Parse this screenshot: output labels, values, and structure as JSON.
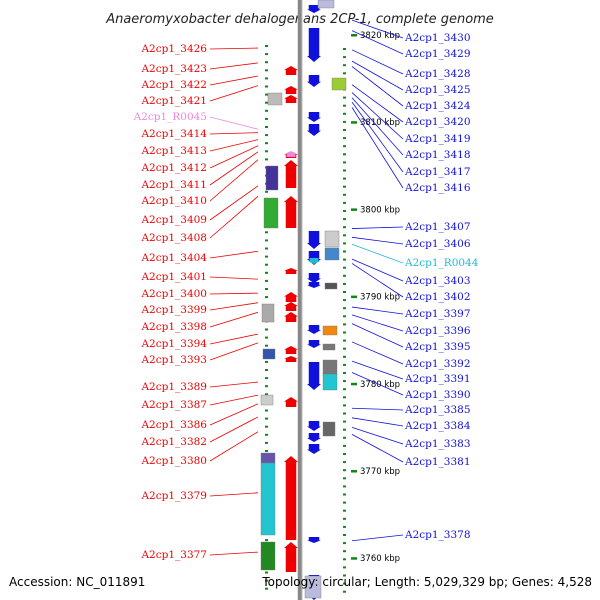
{
  "title": "Anaeromyxobacter dehalogenans 2CP-1, complete genome",
  "accession": "Accession: NC_011891",
  "topology": "Topology: circular; Length: 5,029,329 bp; Genes: 4,528",
  "colors": {
    "left_strand": "#ee0000",
    "right_strand": "#1010dd",
    "rna_left": "#ee88dd",
    "rna_right": "#22bbcc",
    "backbone": "#888888",
    "tick": "#118811"
  },
  "scale": [
    {
      "kbp": 3820,
      "label": "3820 kbp"
    },
    {
      "kbp": 3810,
      "label": "3810 kbp"
    },
    {
      "kbp": 3800,
      "label": "3800 kbp"
    },
    {
      "kbp": 3790,
      "label": "3790 kbp"
    },
    {
      "kbp": 3780,
      "label": "3780 kbp"
    },
    {
      "kbp": 3770,
      "label": "3770 kbp"
    },
    {
      "kbp": 3760,
      "label": "3760 kbp"
    }
  ],
  "left_genes": [
    {
      "label": "A2cp1_3426",
      "kbp": 3818.5,
      "type": "cds"
    },
    {
      "label": "A2cp1_3423",
      "kbp": 3816.8,
      "type": "cds"
    },
    {
      "label": "A2cp1_3422",
      "kbp": 3815.3,
      "type": "cds"
    },
    {
      "label": "A2cp1_3421",
      "kbp": 3814.2,
      "type": "cds"
    },
    {
      "label": "A2cp1_R0045",
      "kbp": 3809.2,
      "type": "rna"
    },
    {
      "label": "A2cp1_3414",
      "kbp": 3808.8,
      "type": "cds"
    },
    {
      "label": "A2cp1_3413",
      "kbp": 3808.0,
      "type": "cds"
    },
    {
      "label": "A2cp1_3412",
      "kbp": 3807.3,
      "type": "cds"
    },
    {
      "label": "A2cp1_3411",
      "kbp": 3806.6,
      "type": "cds"
    },
    {
      "label": "A2cp1_3410",
      "kbp": 3805.7,
      "type": "cds"
    },
    {
      "label": "A2cp1_3409",
      "kbp": 3802.7,
      "type": "cds"
    },
    {
      "label": "A2cp1_3408",
      "kbp": 3801.5,
      "type": "cds"
    },
    {
      "label": "A2cp1_3404",
      "kbp": 3795.2,
      "type": "cds"
    },
    {
      "label": "A2cp1_3401",
      "kbp": 3792.0,
      "type": "cds"
    },
    {
      "label": "A2cp1_3400",
      "kbp": 3790.4,
      "type": "cds"
    },
    {
      "label": "A2cp1_3399",
      "kbp": 3789.3,
      "type": "cds"
    },
    {
      "label": "A2cp1_3398",
      "kbp": 3788.2,
      "type": "cds"
    },
    {
      "label": "A2cp1_3394",
      "kbp": 3785.7,
      "type": "cds"
    },
    {
      "label": "A2cp1_3393",
      "kbp": 3784.7,
      "type": "cds"
    },
    {
      "label": "A2cp1_3389",
      "kbp": 3780.2,
      "type": "cds"
    },
    {
      "label": "A2cp1_3387",
      "kbp": 3778.7,
      "type": "cds"
    },
    {
      "label": "A2cp1_3386",
      "kbp": 3777.7,
      "type": "cds"
    },
    {
      "label": "A2cp1_3382",
      "kbp": 3776.2,
      "type": "cds"
    },
    {
      "label": "A2cp1_3380",
      "kbp": 3774.5,
      "type": "cds"
    },
    {
      "label": "A2cp1_3379",
      "kbp": 3767.5,
      "type": "cds"
    },
    {
      "label": "A2cp1_3377",
      "kbp": 3760.7,
      "type": "cds"
    }
  ],
  "right_genes": [
    {
      "label": "A2cp1_3430",
      "kbp": 3821.7,
      "type": "cds"
    },
    {
      "label": "A2cp1_3429",
      "kbp": 3820.5,
      "type": "cds"
    },
    {
      "label": "A2cp1_3428",
      "kbp": 3818.3,
      "type": "cds"
    },
    {
      "label": "A2cp1_3425",
      "kbp": 3817.0,
      "type": "cds"
    },
    {
      "label": "A2cp1_3424",
      "kbp": 3816.4,
      "type": "cds"
    },
    {
      "label": "A2cp1_3420",
      "kbp": 3814.3,
      "type": "cds"
    },
    {
      "label": "A2cp1_3419",
      "kbp": 3813.4,
      "type": "cds"
    },
    {
      "label": "A2cp1_3418",
      "kbp": 3812.8,
      "type": "cds"
    },
    {
      "label": "A2cp1_3417",
      "kbp": 3812.3,
      "type": "cds"
    },
    {
      "label": "A2cp1_3416",
      "kbp": 3811.7,
      "type": "cds"
    },
    {
      "label": "A2cp1_3407",
      "kbp": 3797.8,
      "type": "cds"
    },
    {
      "label": "A2cp1_3406",
      "kbp": 3796.8,
      "type": "cds"
    },
    {
      "label": "A2cp1_R0044",
      "kbp": 3796.0,
      "type": "rna"
    },
    {
      "label": "A2cp1_3403",
      "kbp": 3794.3,
      "type": "cds"
    },
    {
      "label": "A2cp1_3402",
      "kbp": 3793.8,
      "type": "cds"
    },
    {
      "label": "A2cp1_3397",
      "kbp": 3788.8,
      "type": "cds"
    },
    {
      "label": "A2cp1_3396",
      "kbp": 3787.9,
      "type": "cds"
    },
    {
      "label": "A2cp1_3395",
      "kbp": 3786.9,
      "type": "cds"
    },
    {
      "label": "A2cp1_3392",
      "kbp": 3784.8,
      "type": "cds"
    },
    {
      "label": "A2cp1_3391",
      "kbp": 3782.6,
      "type": "cds"
    },
    {
      "label": "A2cp1_3390",
      "kbp": 3781.3,
      "type": "cds"
    },
    {
      "label": "A2cp1_3385",
      "kbp": 3777.2,
      "type": "cds"
    },
    {
      "label": "A2cp1_3384",
      "kbp": 3776.1,
      "type": "cds"
    },
    {
      "label": "A2cp1_3383",
      "kbp": 3775.0,
      "type": "cds"
    },
    {
      "label": "A2cp1_3381",
      "kbp": 3774.2,
      "type": "cds"
    },
    {
      "label": "A2cp1_3378",
      "kbp": 3762.0,
      "type": "cds"
    }
  ]
}
